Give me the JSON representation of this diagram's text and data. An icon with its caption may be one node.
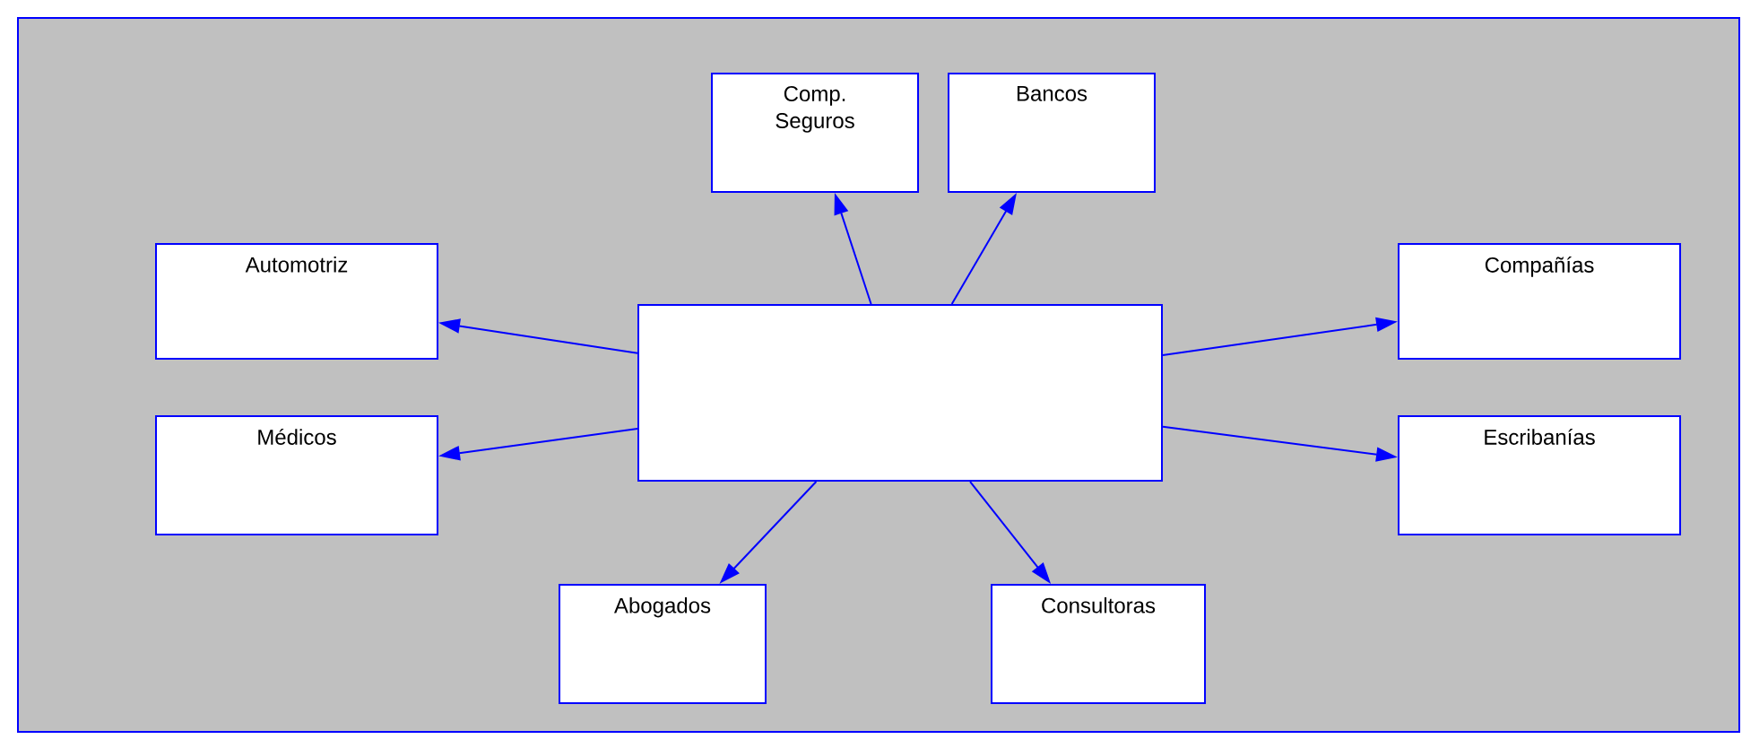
{
  "diagram": {
    "nodes": [
      {
        "text": [],
        "shape": "box"
      },
      {
        "text": [
          "Comp. Seguros"
        ]
      },
      {
        "text": [
          "Bancos"
        ]
      },
      {
        "text": [
          "Automotriz"
        ]
      },
      {
        "text": [
          "Compañías"
        ]
      },
      {
        "text": [
          "Médicos"
        ]
      },
      {
        "text": [
          "Escribanías"
        ]
      },
      {
        "text": [
          "Abogados"
        ]
      },
      {
        "text": [
          "Consultoras"
        ]
      }
    ],
    "edges": [
      {
        "from": 0,
        "to": 1,
        "arrow": "to"
      },
      {
        "from": 0,
        "to": 2,
        "arrow": "to"
      },
      {
        "from": 0,
        "to": 3,
        "arrow": "to"
      },
      {
        "from": 0,
        "to": 4,
        "arrow": "to"
      },
      {
        "from": 0,
        "to": 5,
        "arrow": "to"
      },
      {
        "from": 0,
        "to": 6,
        "arrow": "to"
      },
      {
        "from": 0,
        "to": 7,
        "arrow": "to"
      },
      {
        "from": 0,
        "to": 8,
        "arrow": "to"
      }
    ]
  }
}
